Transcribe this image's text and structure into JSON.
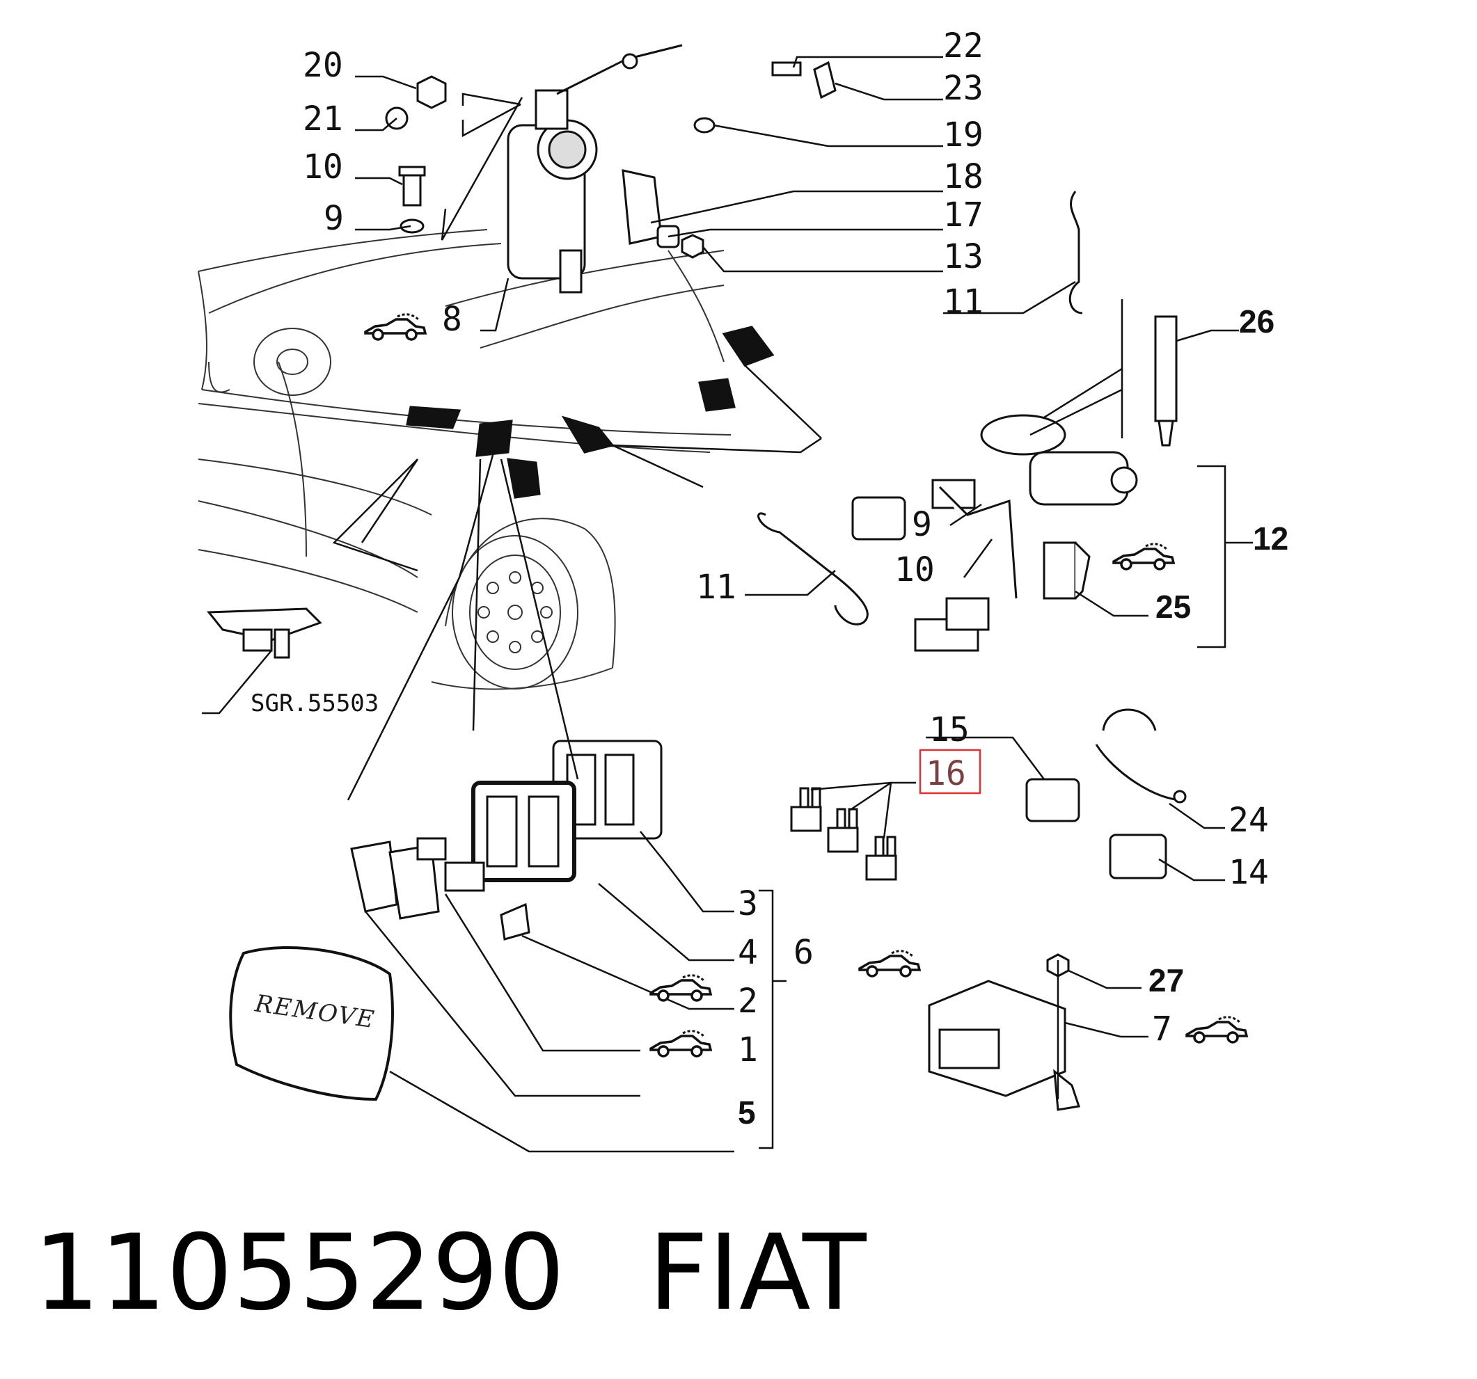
{
  "diagram": {
    "callouts": {
      "c1": "1",
      "c2": "2",
      "c3": "3",
      "c4": "4",
      "c5": "5",
      "c6": "6",
      "c7": "7",
      "c8": "8",
      "c9a": "9",
      "c9b": "9",
      "c10a": "10",
      "c10b": "10",
      "c11a": "11",
      "c11b": "11",
      "c12": "12",
      "c13": "13",
      "c14": "14",
      "c15": "15",
      "c16": "16",
      "c17": "17",
      "c18": "18",
      "c19": "19",
      "c20": "20",
      "c21": "21",
      "c22": "22",
      "c23": "23",
      "c24": "24",
      "c25": "25",
      "c26": "26",
      "c27": "27"
    },
    "ref_label": "SGR.55503",
    "remove_label": "REMOVE",
    "highlighted_callout": "16",
    "highlight_color": "#d33333"
  },
  "footer": {
    "part_number": "11055290",
    "brand": "FIAT"
  }
}
